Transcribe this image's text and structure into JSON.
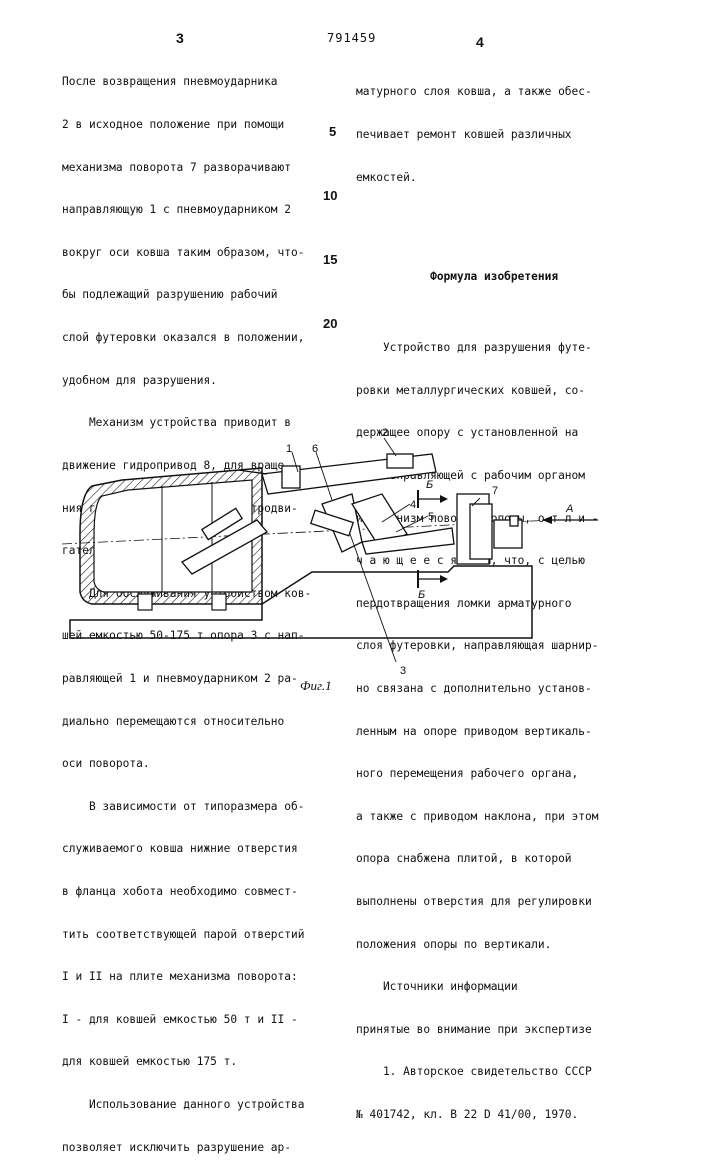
{
  "header": {
    "page_left": "3",
    "patent_number": "791459",
    "page_right": "4"
  },
  "left_column": [
    "После возвращения пневмоударника",
    "2 в исходное положение при помощи",
    "механизма поворота 7 разворачивают",
    "направляющую 1 с пневмоударником 2",
    "вокруг оси ковша таким образом, что-",
    "бы подлежащий разрушению рабочий",
    "слой футеровки оказался в положении,",
    "удобном для разрушения.",
    "    Механизм устройства приводит в",
    "движение гидропривод 8, для враще-",
    "ния гидронасосов служат электродви-",
    "гатели 9.",
    "    Для обслуживания устройством ков-",
    "шей емкостью 50-175 т опора 3 с нап-",
    "равляющей 1 и пневмоударником 2 ра-",
    "диально перемещаются относительно",
    "оси поворота.",
    "    В зависимости от типоразмера об-",
    "служиваемого ковша нижние отверстия",
    "в фланца хобота необходимо совмест-",
    "тить соответствующей парой отверстий",
    "I и II на плите механизма поворота:",
    "I - для ковшей емкостью 50 т и II -",
    "для ковшей емкостью 175 т.",
    "    Использование данного устройства",
    "позволяет исключить разрушение ар-"
  ],
  "right_column": [
    "матурного слоя ковша, а также обес-",
    "печивает ремонт ковшей различных",
    "емкостей.",
    "",
    "",
    "           Формула изобретения",
    "",
    "    Устройство для разрушения футе-",
    "ровки металлургических ковшей, со-",
    "держащее опору с установленной на",
    "ней направляющей с рабочим органом",
    "и механизм поворота опоры, о т л и -",
    "ч а ю щ е е с я  тем, что, с целью",
    "пердотвращения ломки арматурного",
    "слоя футеровки, направляющая шарнир-",
    "но связана с дополнительно установ-",
    "ленным на опоре приводом вертикаль-",
    "ного перемещения рабочего органа,",
    "а также с приводом наклона, при этом",
    "опора снабжена плитой, в которой",
    "выполнены отверстия для регулировки",
    "положения опоры по вертикали.",
    "    Источники информации",
    "принятые во внимание при экспертизе",
    "    1. Авторское свидетельство СССР",
    "№ 401742, кл. В 22 D 41/00, 1970."
  ],
  "line_numbers": [
    "5",
    "10",
    "15",
    "20"
  ],
  "figure": {
    "labels": [
      "1",
      "2",
      "3",
      "4",
      "5",
      "6",
      "7",
      "A",
      "Б",
      "Б"
    ],
    "caption": "Фиг.1"
  }
}
